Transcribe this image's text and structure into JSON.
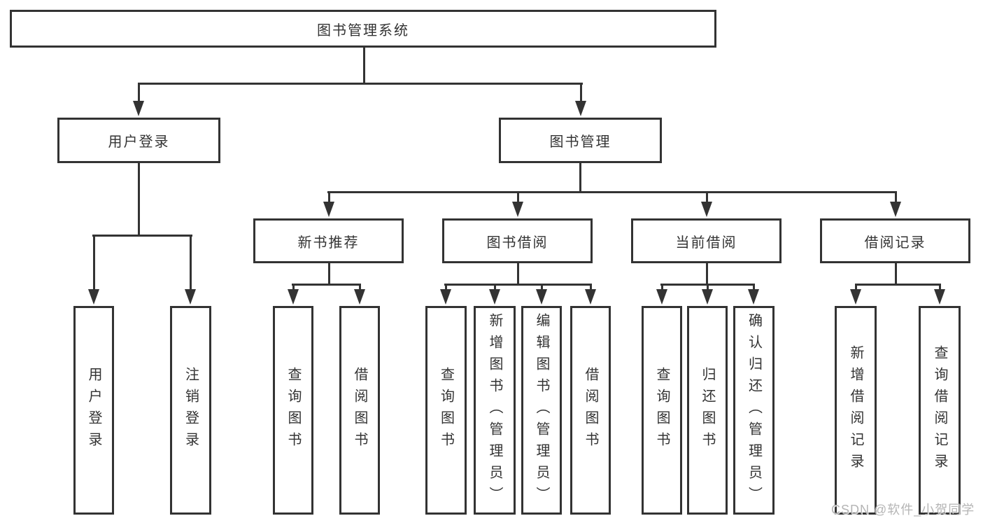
{
  "diagram": {
    "root": {
      "label": "图书管理系统"
    },
    "branches": [
      {
        "label": "用户登录",
        "children": [
          {
            "label": "用户登录"
          },
          {
            "label": "注销登录"
          }
        ]
      },
      {
        "label": "图书管理",
        "children": [
          {
            "label": "新书推荐",
            "children": [
              {
                "label": "查询图书"
              },
              {
                "label": "借阅图书"
              }
            ]
          },
          {
            "label": "图书借阅",
            "children": [
              {
                "label": "查询图书"
              },
              {
                "label": "新增图书（管理员）"
              },
              {
                "label": "编辑图书（管理员）"
              },
              {
                "label": "借阅图书"
              }
            ]
          },
          {
            "label": "当前借阅",
            "children": [
              {
                "label": "查询图书"
              },
              {
                "label": "归还图书"
              },
              {
                "label": "确认归还（管理员）"
              }
            ]
          },
          {
            "label": "借阅记录",
            "children": [
              {
                "label": "新增借阅记录"
              },
              {
                "label": "查询借阅记录"
              }
            ]
          }
        ]
      }
    ]
  },
  "watermark": {
    "text": "CSDN @软件_小贺同学"
  },
  "colors": {
    "line": "#333333",
    "text": "#333333",
    "box_background": "#ffffff",
    "background": "#ffffff",
    "watermark": "#b5b5b5"
  }
}
